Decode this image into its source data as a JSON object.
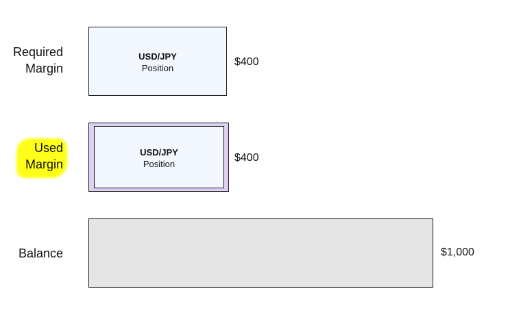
{
  "rows": {
    "required": {
      "label_line1": "Required",
      "label_line2": "Margin",
      "box_title": "USD/JPY",
      "box_subtitle": "Position",
      "value": "$400"
    },
    "used": {
      "label_line1": "Used",
      "label_line2": "Margin",
      "box_title": "USD/JPY",
      "box_subtitle": "Position",
      "value": "$400",
      "highlight_color": "#ffff1a",
      "frame_color": "#ddd0f2"
    },
    "balance": {
      "label": "Balance",
      "value": "$1,000",
      "fill_color": "#e5e5e5"
    }
  },
  "colors": {
    "position_fill": "#f3f7ff",
    "border": "#1a1a1a"
  }
}
